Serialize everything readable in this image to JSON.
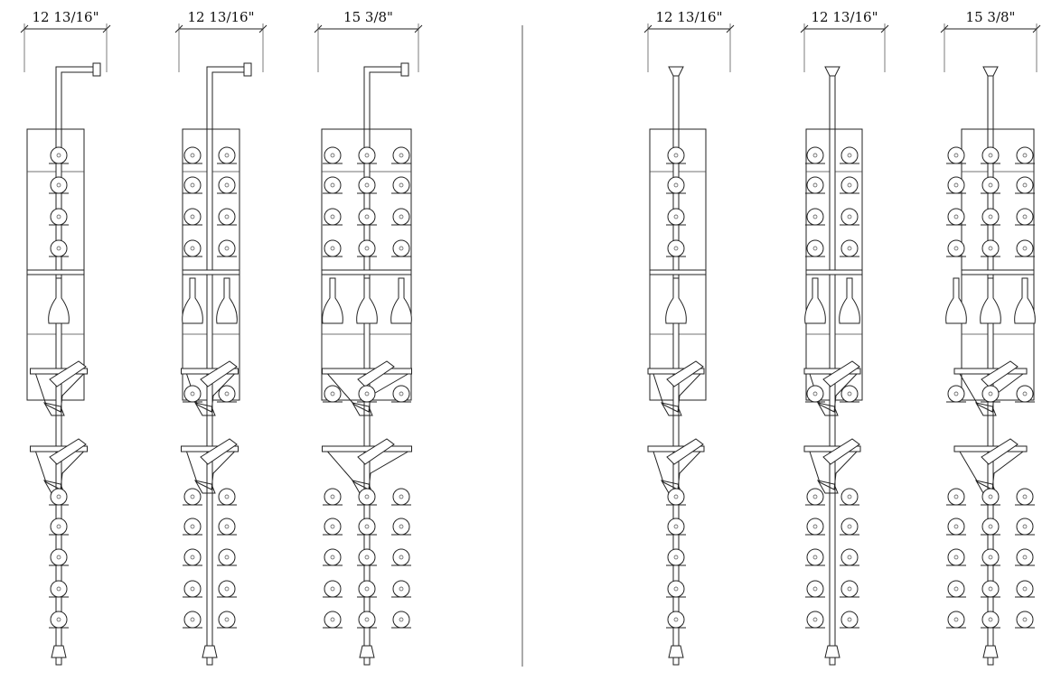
{
  "left_group": {
    "units": [
      {
        "width_label": "12 13/16\"",
        "bottles_per_row": 1,
        "mount": "wall"
      },
      {
        "width_label": "12 13/16\"",
        "bottles_per_row": 2,
        "mount": "wall"
      },
      {
        "width_label": "15 3/8\"",
        "bottles_per_row": 3,
        "mount": "wall"
      }
    ]
  },
  "right_group": {
    "units": [
      {
        "width_label": "12 13/16\"",
        "bottles_per_row": 1,
        "mount": "ceiling"
      },
      {
        "width_label": "12 13/16\"",
        "bottles_per_row": 2,
        "mount": "ceiling"
      },
      {
        "width_label": "15 3/8\"",
        "bottles_per_row": 3,
        "mount": "ceiling"
      }
    ]
  },
  "colors": {
    "line": "#222222",
    "background": "#ffffff"
  }
}
